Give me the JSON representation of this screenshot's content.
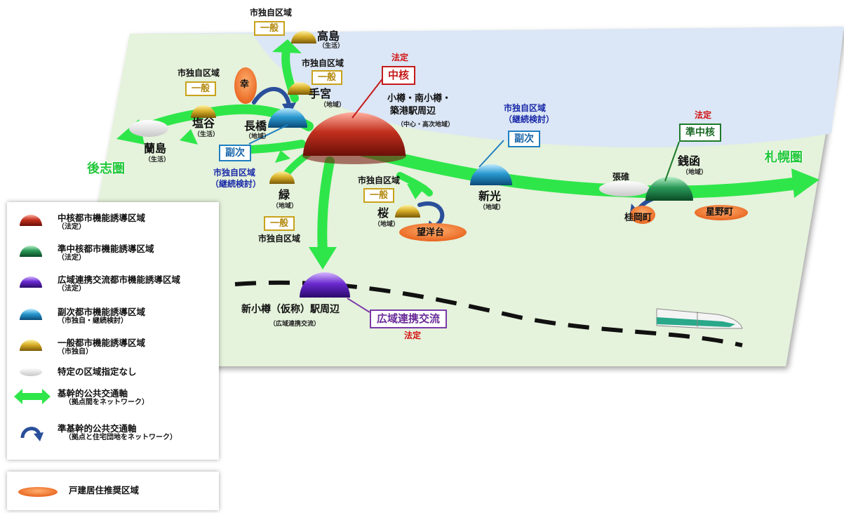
{
  "regions": {
    "left": "後志圏",
    "right": "札幌圏"
  },
  "labels": {
    "takashima": "高島",
    "takashima_sub": "（生活）",
    "temiya": "手宮",
    "temiya_sub": "（地域）",
    "sachi": "幸",
    "shioya": "塩谷",
    "shioya_sub": "（生活）",
    "nagahashi": "長橋",
    "nagahashi_sub": "（地域）",
    "ranshima": "蘭島",
    "ranshima_sub": "（生活）",
    "midori": "緑",
    "midori_sub": "（地域）",
    "center_line1": "小樽・南小樽・",
    "center_line2": "築港駅周辺",
    "center_sub": "（中心・高次地域）",
    "sakura": "桜",
    "sakura_sub": "（地域）",
    "boyodai": "望洋台",
    "shinko": "新光",
    "shinko_sub": "（地域）",
    "harusu": "張碓",
    "zenibako": "銭函",
    "zenibako_sub": "（地域）",
    "katsuraoka": "桂岡町",
    "hoshino": "星野町",
    "shin_otaru": "新小樽（仮称）駅周辺",
    "shin_otaru_sub": "（広域連携交流）"
  },
  "tags": {
    "shidoku": "市独自区域",
    "ippan": "一般",
    "fukuji": "副次",
    "keizoku": "市独自区域",
    "keizoku_sub": "（継続検討）",
    "hotei": "法定",
    "chukaku": "中核",
    "junchukaku": "準中核",
    "koiki": "広域連携交流"
  },
  "legend": [
    {
      "name": "中核都市機能誘導区域",
      "sub": "（法定）",
      "color": "#b3201a"
    },
    {
      "name": "準中核都市機能誘導区域",
      "sub": "（法定）",
      "color": "#1f8a4a"
    },
    {
      "name": "広域連携交流都市機能誘導区域",
      "sub": "（法定）",
      "color": "#5a1fa8"
    },
    {
      "name": "副次都市機能誘導区域",
      "sub": "（市独自・継続検討）",
      "color": "#1e86b8"
    },
    {
      "name": "一般都市機能誘導区域",
      "sub": "（市独自）",
      "color": "#c9a218"
    },
    {
      "name": "特定の区域指定なし",
      "sub": "",
      "color": "#dcdcdc"
    },
    {
      "name": "基幹的公共交通軸",
      "sub": "（拠点間をネットワーク）",
      "color": "#22e03a"
    },
    {
      "name": "準基幹的公共交通軸",
      "sub": "（拠点と住宅団地をネットワーク）",
      "color": "#2a4f9a"
    }
  ],
  "legend2": {
    "name": "戸建居住推奨区域",
    "color": "#f07a2a"
  }
}
